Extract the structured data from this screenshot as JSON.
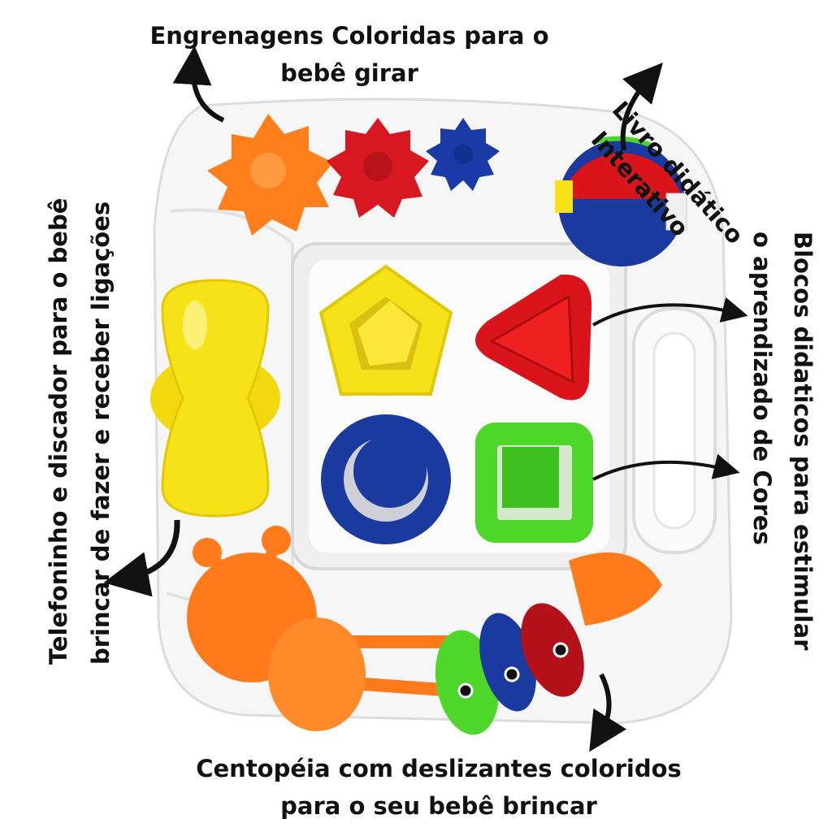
{
  "labels": {
    "gears": [
      "Engrenagens Coloridas para o",
      "bebê girar"
    ],
    "book": [
      "Livro didático",
      "Interativo"
    ],
    "blocks": [
      "Blocos didaticos para estimular",
      "o aprendizado de Cores"
    ],
    "phone": [
      "Telefoninho e discador para o bebê",
      "brincar de fazer e receber ligações"
    ],
    "centipede": [
      "Centopéia com deslizantes coloridos",
      "para o seu bebê brincar"
    ]
  },
  "colors": {
    "orange": "#ff7a1a",
    "red": "#d9151b",
    "blue": "#1a3aa0",
    "yellow": "#f7e21a",
    "green": "#4fd62a",
    "body": "#f4f4f4"
  }
}
